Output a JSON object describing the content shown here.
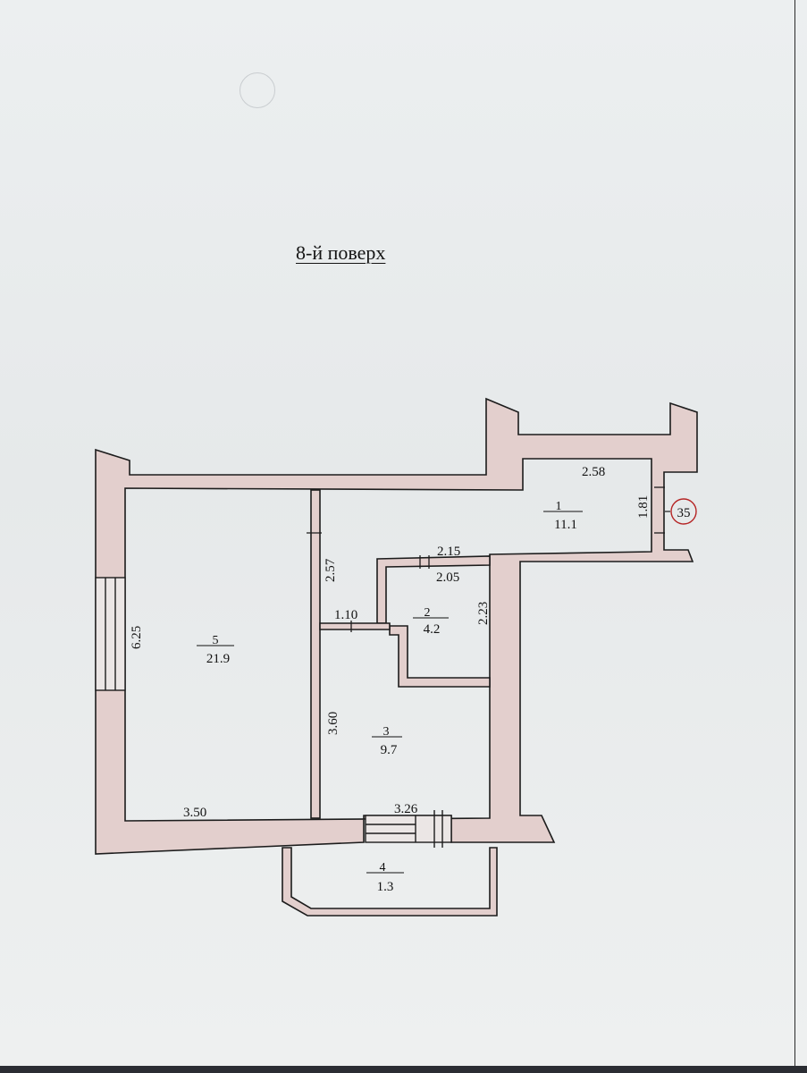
{
  "title": "8-й поверх",
  "apartment_number": "35",
  "colors": {
    "wall": "#e3cfcd",
    "line": "#1c1c1c",
    "paper": "#e9ecec",
    "marker": "#b52525"
  },
  "rooms": [
    {
      "number": "1",
      "area": "11.1"
    },
    {
      "number": "2",
      "area": "4.2"
    },
    {
      "number": "3",
      "area": "9.7"
    },
    {
      "number": "4",
      "area": "1.3"
    },
    {
      "number": "5",
      "area": "21.9"
    }
  ],
  "dimensions": {
    "d258": "2.58",
    "d181": "1.81",
    "d215": "2.15",
    "d205": "2.05",
    "d223": "2.23",
    "d257": "2.57",
    "d110": "1.10",
    "d625": "6.25",
    "d360": "3.60",
    "d350": "3.50",
    "d326": "3.26"
  }
}
